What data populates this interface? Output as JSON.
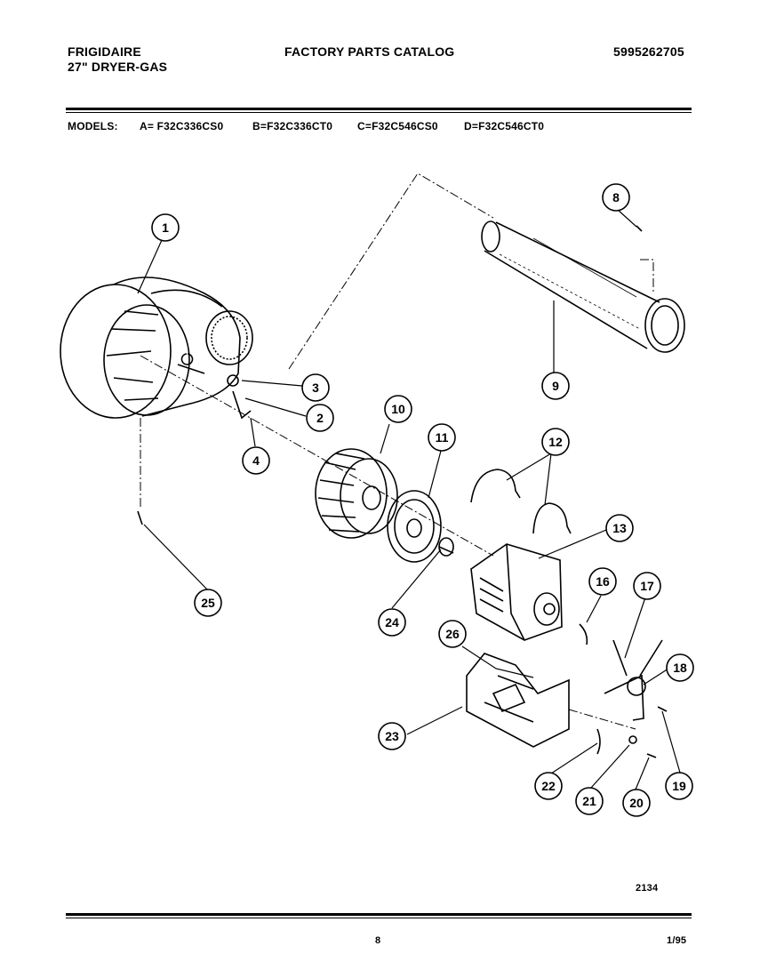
{
  "header": {
    "brand": "FRIGIDAIRE",
    "product": "27\" DRYER-GAS",
    "catalog_title": "FACTORY PARTS CATALOG",
    "catalog_number": "5995262705",
    "models_label": "MODELS:",
    "models": [
      "A= F32C336CS0",
      "B=F32C336CT0",
      "C=F32C546CS0",
      "D=F32C546CT0"
    ]
  },
  "diagram": {
    "callouts": [
      "1",
      "2",
      "3",
      "4",
      "8",
      "9",
      "10",
      "11",
      "12",
      "13",
      "16",
      "17",
      "18",
      "19",
      "20",
      "21",
      "22",
      "23",
      "24",
      "25",
      "26"
    ]
  },
  "footer": {
    "figure_number": "2134",
    "page_number": "8",
    "date": "1/95"
  }
}
